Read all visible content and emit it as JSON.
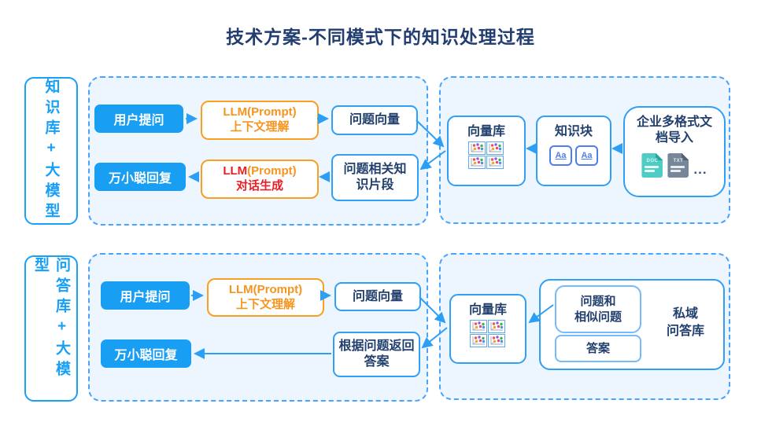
{
  "title": "技术方案-不同模式下的知识处理过程",
  "colors": {
    "accent_blue": "#189ef3",
    "border_blue": "#2f9ff7",
    "dashed_blue": "#4aa3fc",
    "container_bg": "#edf6fe",
    "navy_text": "#22406e",
    "orange": "#f7941e",
    "red": "#ea1e25"
  },
  "row1": {
    "side_label": "知识库+大模型",
    "user_ask": "用户提问",
    "llm_understand": {
      "line1": "LLM(Prompt)",
      "line2": "上下文理解"
    },
    "question_vector": "问题向量",
    "reply": "万小聪回复",
    "llm_generate": {
      "line1_red": "LLM",
      "line1_orange": "(Prompt)",
      "line2": "对话生成"
    },
    "related_knowledge": "问题相关知\n识片段",
    "vector_db": "向量库",
    "knowledge_chunk": "知识块",
    "chunk_icon_label": "Aa",
    "doc_import": "企业多格式文\n档导入",
    "doc_type_1": "DOC",
    "doc_type_2": "TXT",
    "more_docs": "..."
  },
  "row2": {
    "side_label": "问答库+大模型",
    "user_ask": "用户提问",
    "llm_understand": {
      "line1": "LLM(Prompt)",
      "line2": "上下文理解"
    },
    "question_vector": "问题向量",
    "reply": "万小聪回复",
    "answer_return": "根据问题返回\n答案",
    "vector_db": "向量库",
    "qa_question": "问题和\n相似问题",
    "qa_answer": "答案",
    "qa_label": "私域\n问答库"
  }
}
